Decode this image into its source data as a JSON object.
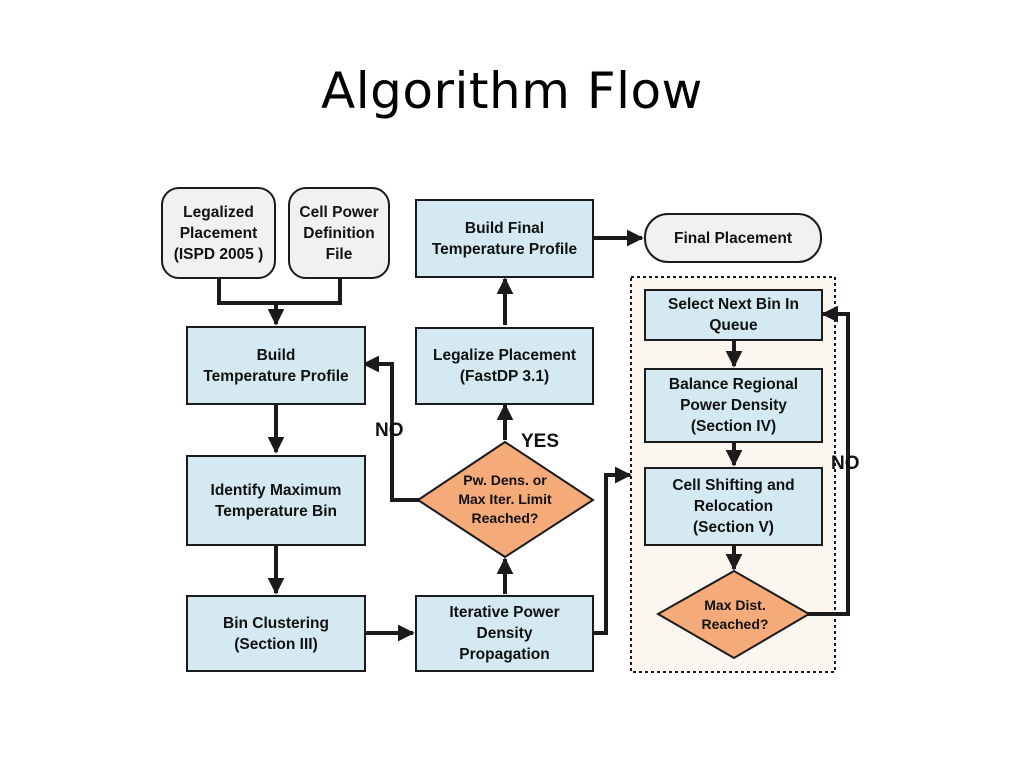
{
  "slide": {
    "title": "Algorithm Flow"
  },
  "nodes": {
    "legalized": "Legalized\nPlacement\n(ISPD 2005 )",
    "cellpower": "Cell Power\nDefinition\nFile",
    "build_temp": "Build\nTemperature Profile",
    "identify_max": "Identify Maximum\nTemperature Bin",
    "bin_clustering": "Bin Clustering\n(Section III)",
    "iterative": "Iterative Power\nDensity\nPropagation",
    "decision_limit": "Pw. Dens. or\nMax Iter. Limit\nReached?",
    "legalize": "Legalize Placement\n(FastDP 3.1)",
    "build_final": "Build Final\nTemperature Profile",
    "final_placement": "Final Placement",
    "select_next": "Select Next Bin In\nQueue",
    "balance": "Balance Regional\nPower Density\n(Section IV)",
    "cell_shift": "Cell Shifting and\nRelocation\n(Section V)",
    "max_dist": "Max Dist.\nReached?"
  },
  "edge_labels": {
    "no_left": "NO",
    "yes": "YES",
    "no_right": "NO"
  },
  "colors": {
    "box_fill": "#d4e9f1",
    "pill_fill": "#f1f1f1",
    "diamond_fill": "#f4aa79",
    "loop_fill": "#fbf7f0",
    "stroke": "#1b1b1b"
  }
}
